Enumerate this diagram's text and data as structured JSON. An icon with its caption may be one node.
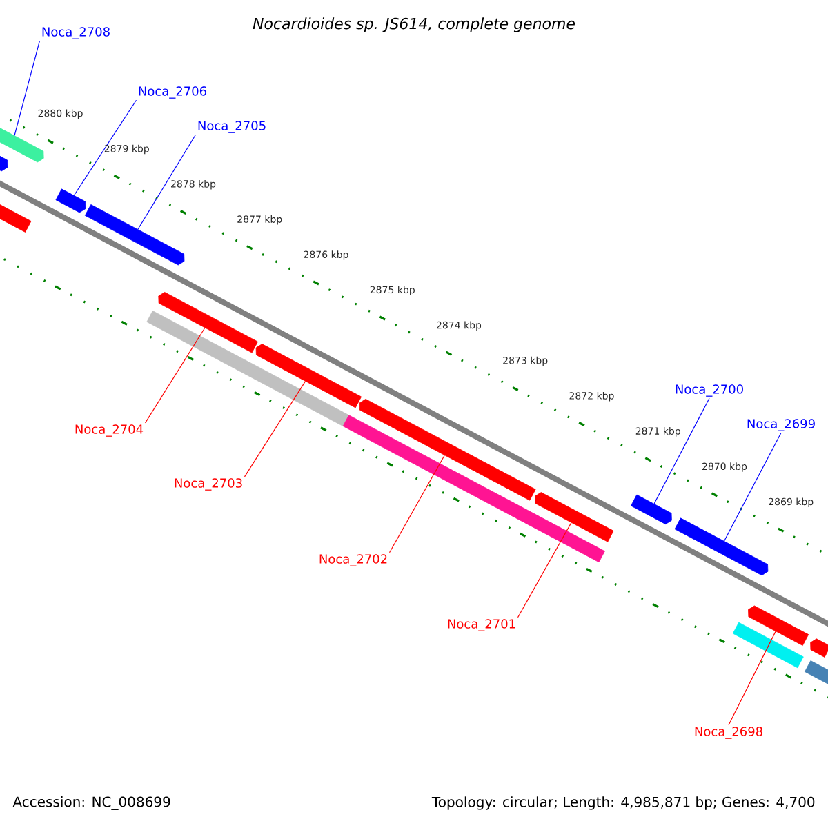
{
  "diagram": {
    "title": "Nocardioides sp. JS614, complete genome",
    "nodes": [
      {
        "text": [
          "Noca_2708"
        ]
      },
      {
        "text": [
          "Noca_2706"
        ]
      },
      {
        "text": [
          "Noca_2705"
        ]
      },
      {
        "text": [
          "Noca_2700"
        ]
      },
      {
        "text": [
          "Noca_2699"
        ]
      },
      {
        "text": [
          "Noca_2704"
        ]
      },
      {
        "text": [
          "Noca_2703"
        ]
      },
      {
        "text": [
          "Noca_2702"
        ]
      },
      {
        "text": [
          "Noca_2701"
        ]
      },
      {
        "text": [
          "Noca_2698"
        ]
      },
      {
        "text": [],
        "shape": "block"
      },
      {
        "text": [],
        "shape": "block"
      },
      {
        "text": [],
        "shape": "block"
      },
      {
        "text": [],
        "shape": "block"
      },
      {
        "text": [],
        "shape": "block"
      },
      {
        "text": [],
        "shape": "block"
      },
      {
        "text": [],
        "shape": "bar"
      },
      {
        "text": [],
        "shape": "block"
      },
      {
        "text": [],
        "shape": "block"
      },
      {
        "text": [],
        "shape": "bar"
      },
      {
        "text": [],
        "shape": "block"
      },
      {
        "text": [],
        "shape": "block"
      },
      {
        "text": [],
        "shape": "block"
      },
      {
        "text": [],
        "shape": "bar"
      },
      {
        "text": [],
        "shape": "block"
      },
      {
        "text": [],
        "shape": "block"
      },
      {
        "text": [],
        "shape": "bar"
      }
    ],
    "edges": [
      {
        "from": 0,
        "to": 10,
        "arrow": "none"
      },
      {
        "from": 1,
        "to": 13,
        "arrow": "none"
      },
      {
        "from": 2,
        "to": 14,
        "arrow": "none"
      },
      {
        "from": 3,
        "to": 21,
        "arrow": "none"
      },
      {
        "from": 4,
        "to": 22,
        "arrow": "none"
      },
      {
        "from": 5,
        "to": 15,
        "arrow": "none",
        "color": "#ff0000"
      },
      {
        "from": 6,
        "to": 17,
        "arrow": "none",
        "color": "#ff0000"
      },
      {
        "from": 7,
        "to": 18,
        "arrow": "none",
        "color": "#ff0000"
      },
      {
        "from": 8,
        "to": 20,
        "arrow": "none",
        "color": "#ff0000"
      },
      {
        "from": 9,
        "to": 24,
        "arrow": "none",
        "color": "#ff0000"
      }
    ],
    "labels": [
      "2880 kbp",
      "2879 kbp",
      "2878 kbp",
      "2877 kbp",
      "2876 kbp",
      "2875 kbp",
      "2874 kbp",
      "2873 kbp",
      "2872 kbp",
      "2871 kbp",
      "2870 kbp",
      "2869 kbp",
      "Accession: NC_008699",
      "Topology: circular; Length: 4,985,871 bp; Genes: 4,700"
    ]
  }
}
